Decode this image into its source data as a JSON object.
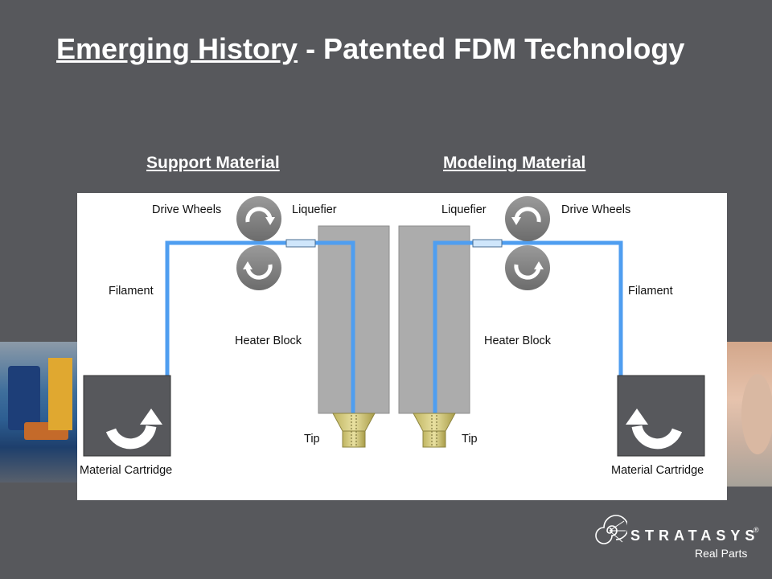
{
  "title": {
    "part1": "Emerging History",
    "part2": " - Patented FDM Technology"
  },
  "headings": {
    "support": "Support Material",
    "modeling": "Modeling Material"
  },
  "diagram": {
    "left": {
      "drive_wheels": "Drive Wheels",
      "liquefier": "Liquefier",
      "filament": "Filament",
      "heater_block": "Heater Block",
      "tip": "Tip",
      "material_cartridge": "Material Cartridge"
    },
    "right": {
      "drive_wheels": "Drive Wheels",
      "liquefier": "Liquefier",
      "filament": "Filament",
      "heater_block": "Heater Block",
      "tip": "Tip",
      "material_cartridge": "Material Cartridge"
    },
    "colors": {
      "filament": "#4f9ef0",
      "heater": "#acacac",
      "cartridge": "#57585c",
      "tip": "#d6cc7c",
      "wheel": "#7b7b7b"
    }
  },
  "logo": {
    "brand": "STRATASYS",
    "registered": "®",
    "tagline": "Real Parts"
  }
}
